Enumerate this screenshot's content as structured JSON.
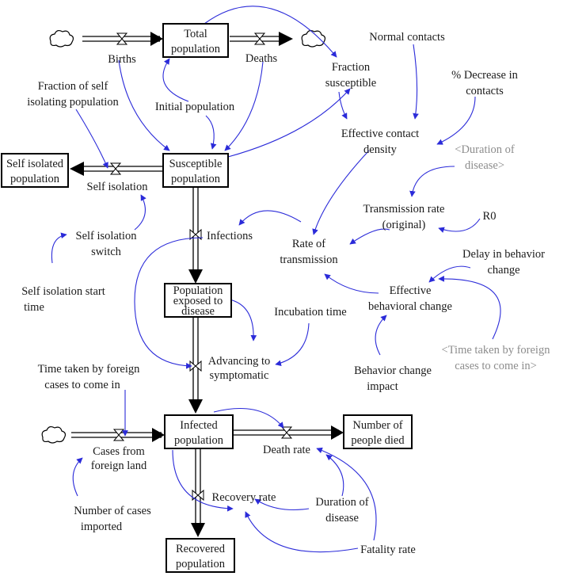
{
  "stocks": {
    "total_population": [
      "Total",
      "population"
    ],
    "susceptible_population": [
      "Susceptible",
      "population"
    ],
    "self_isolated_population": [
      "Self isolated",
      "population"
    ],
    "population_exposed": [
      "Population",
      "exposed to",
      "disease"
    ],
    "infected_population": [
      "Infected",
      "population"
    ],
    "number_of_people_died": [
      "Number of",
      "people died"
    ],
    "recovered_population": [
      "Recovered",
      "population"
    ]
  },
  "flows": {
    "births": "Births",
    "deaths": "Deaths",
    "self_isolation": "Self isolation",
    "infections": "Infections",
    "advancing_to_symptomatic": [
      "Advancing to",
      "symptomatic"
    ],
    "cases_from_foreign_land": [
      "Cases from",
      "foreign land"
    ],
    "death_rate": "Death rate",
    "recovery_rate": "Recovery rate"
  },
  "variables": {
    "initial_population": "Initial population",
    "fraction_self_isolating": [
      "Fraction of self",
      "isolating population"
    ],
    "self_isolation_switch": [
      "Self isolation",
      "switch"
    ],
    "self_isolation_start_time": [
      "Self isolation start",
      "time"
    ],
    "normal_contacts": "Normal contacts",
    "fraction_susceptible": [
      "Fraction",
      "susceptible"
    ],
    "percent_decrease_contacts": [
      "% Decrease in",
      "contacts"
    ],
    "effective_contact_density": [
      "Effective contact",
      "density"
    ],
    "duration_of_disease_shadow": [
      "<Duration of",
      "disease>"
    ],
    "transmission_rate_original": [
      "Transmission rate",
      "(original)"
    ],
    "r0": "R0",
    "rate_of_transmission": [
      "Rate of",
      "transmission"
    ],
    "delay_in_behavior_change": [
      "Delay in behavior",
      "change"
    ],
    "effective_behavioral_change": [
      "Effective",
      "behavioral change"
    ],
    "incubation_time": "Incubation time",
    "time_taken_foreign_shadow": [
      "<Time taken by foreign",
      "cases to come in>"
    ],
    "behavior_change_impact": [
      "Behavior change",
      "impact"
    ],
    "time_taken_foreign": [
      "Time taken by foreign",
      "cases to come in"
    ],
    "number_of_cases_imported": [
      "Number of cases",
      "imported"
    ],
    "duration_of_disease": [
      "Duration of",
      "disease"
    ],
    "fatality_rate": "Fatality rate"
  },
  "colors": {
    "stock_border": "#000000",
    "causal_link": "#2b2bd9",
    "shadow_variable": "#8c8c8c",
    "text": "#1a1a1a"
  },
  "icons": {
    "source_sink": "cloud-icon",
    "flow_valve": "valve-icon"
  }
}
